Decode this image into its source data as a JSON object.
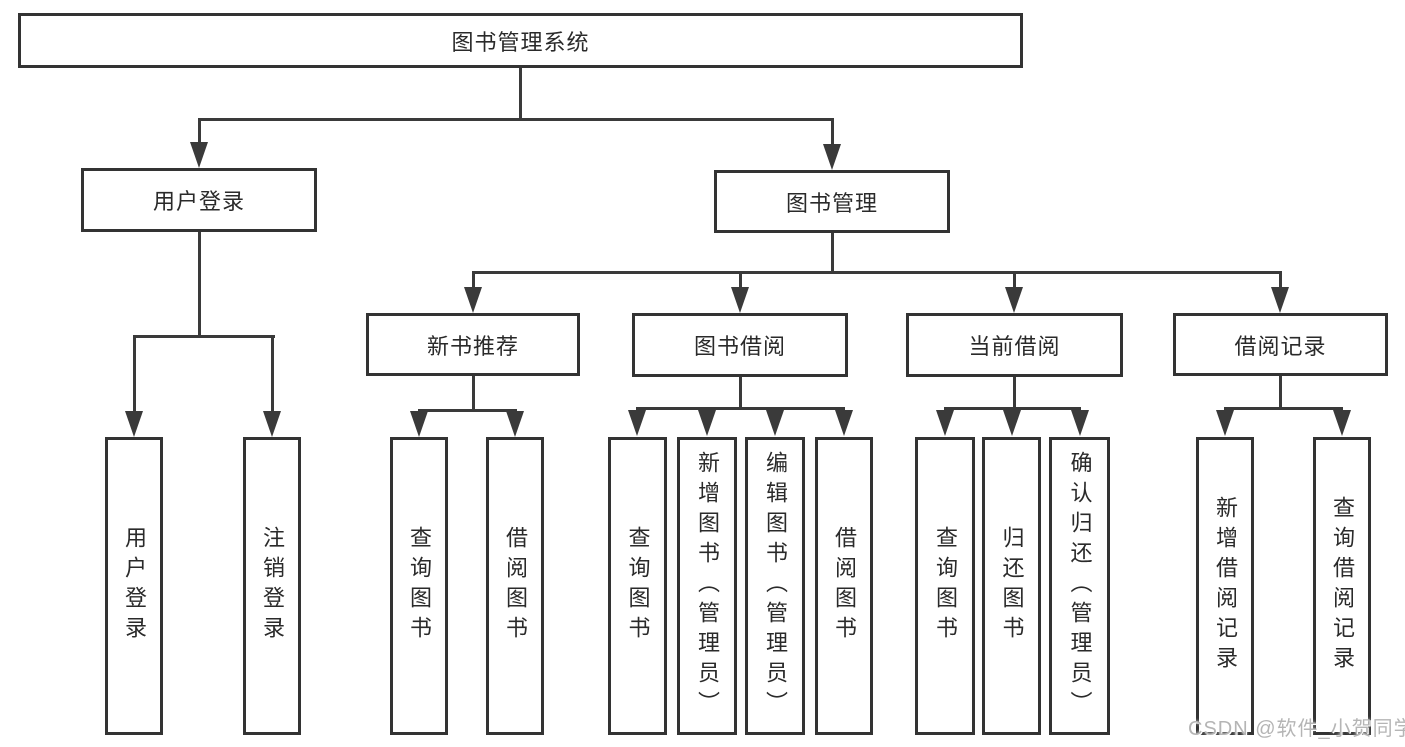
{
  "diagram": {
    "root": {
      "label": "图书管理系统"
    },
    "level2": {
      "user_login": {
        "label": "用户登录"
      },
      "book_management": {
        "label": "图书管理"
      }
    },
    "level3": [
      {
        "label": "新书推荐"
      },
      {
        "label": "图书借阅"
      },
      {
        "label": "当前借阅"
      },
      {
        "label": "借阅记录"
      }
    ],
    "leaves": {
      "user_login": [
        {
          "label": "用户登录"
        },
        {
          "label": "注销登录"
        }
      ],
      "new_book_recommend": [
        {
          "label": "查询图书"
        },
        {
          "label": "借阅图书"
        }
      ],
      "book_borrow": [
        {
          "label": "查询图书"
        },
        {
          "label": "新增图书（管理员）"
        },
        {
          "label": "编辑图书（管理员）"
        },
        {
          "label": "借阅图书"
        }
      ],
      "current_borrow": [
        {
          "label": "查询图书"
        },
        {
          "label": "归还图书"
        },
        {
          "label": "确认归还（管理员）"
        }
      ],
      "borrow_records": [
        {
          "label": "新增借阅记录"
        },
        {
          "label": "查询借阅记录"
        }
      ]
    }
  },
  "colors": {
    "line": "#3a3a3a",
    "box_border": "#333333",
    "box_fill": "#ffffff",
    "text": "#2a2a2a",
    "watermark": "#b5b5b5"
  },
  "watermark": {
    "text": "CSDN @软件_小贺同学"
  }
}
